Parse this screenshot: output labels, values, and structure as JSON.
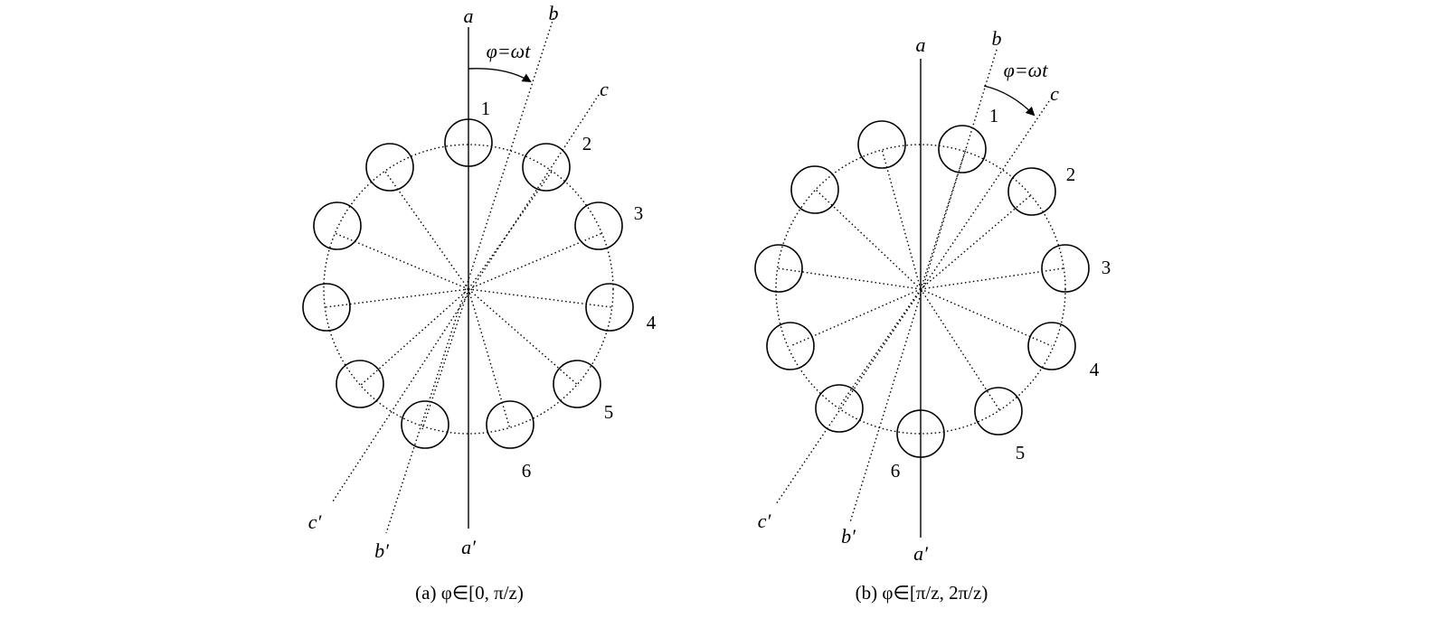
{
  "panels": [
    {
      "id": "a",
      "axis_labels": {
        "a_top": "a",
        "b_top": "b",
        "c_top": "c",
        "a_bottom": "a′",
        "b_bottom": "b′",
        "c_bottom": "c′"
      },
      "angle_label": "φ=ωt",
      "numbers": [
        "1",
        "2",
        "3",
        "4",
        "5",
        "6"
      ],
      "caption": "(a) φ∈[0, π/z)"
    },
    {
      "id": "b",
      "axis_labels": {
        "a_top": "a",
        "b_top": "b",
        "c_top": "c",
        "a_bottom": "a′",
        "b_bottom": "b′",
        "c_bottom": "c′"
      },
      "angle_label": "φ=ωt",
      "numbers": [
        "1",
        "2",
        "3",
        "4",
        "5",
        "6"
      ],
      "caption": "(b) φ∈[π/z, 2π/z)"
    }
  ]
}
